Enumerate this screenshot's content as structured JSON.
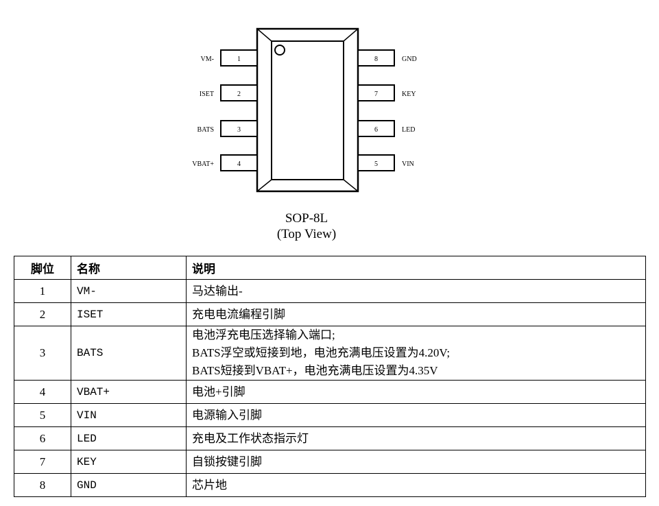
{
  "package": {
    "name": "SOP-8L",
    "view": "(Top View)",
    "pins_left": [
      {
        "num": "1",
        "name": "VM-"
      },
      {
        "num": "2",
        "name": "ISET"
      },
      {
        "num": "3",
        "name": "BATS"
      },
      {
        "num": "4",
        "name": "VBAT+"
      }
    ],
    "pins_right": [
      {
        "num": "8",
        "name": "GND"
      },
      {
        "num": "7",
        "name": "KEY"
      },
      {
        "num": "6",
        "name": "LED"
      },
      {
        "num": "5",
        "name": "VIN"
      }
    ]
  },
  "table": {
    "headers": [
      "脚位",
      "名称",
      "说明"
    ],
    "rows": [
      {
        "pin": "1",
        "name": "VM-",
        "desc": [
          "马达输出-"
        ]
      },
      {
        "pin": "2",
        "name": "ISET",
        "desc": [
          "充电电流编程引脚"
        ]
      },
      {
        "pin": "3",
        "name": "BATS",
        "desc": [
          "电池浮充电压选择输入端口;",
          "BATS浮空或短接到地，电池充满电压设置为4.20V;",
          "BATS短接到VBAT+，电池充满电压设置为4.35V"
        ]
      },
      {
        "pin": "4",
        "name": "VBAT+",
        "desc": [
          "电池+引脚"
        ]
      },
      {
        "pin": "5",
        "name": "VIN",
        "desc": [
          "电源输入引脚"
        ]
      },
      {
        "pin": "6",
        "name": "LED",
        "desc": [
          "充电及工作状态指示灯"
        ]
      },
      {
        "pin": "7",
        "name": "KEY",
        "desc": [
          "自锁按键引脚"
        ]
      },
      {
        "pin": "8",
        "name": "GND",
        "desc": [
          "芯片地"
        ]
      }
    ]
  }
}
